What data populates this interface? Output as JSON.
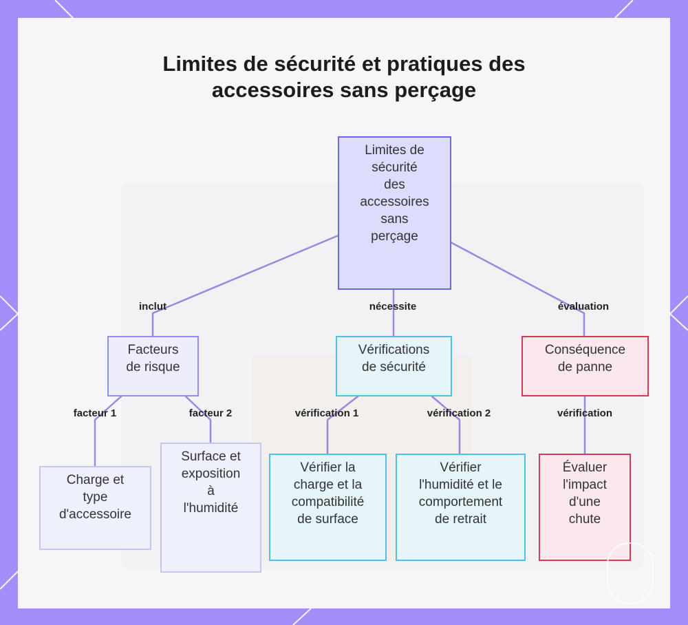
{
  "title": {
    "line1": "Limites de sécurité et pratiques des",
    "line2": "accessoires sans perçage"
  },
  "nodes": {
    "root": [
      "Limites de",
      "sécurité",
      "des",
      "accessoires",
      "sans",
      "perçage"
    ],
    "risk": [
      "Facteurs",
      "de risque"
    ],
    "checks": [
      "Vérifications",
      "de sécurité"
    ],
    "failure": [
      "Conséquence",
      "de panne"
    ],
    "load": [
      "Charge et",
      "type",
      "d'accessoire"
    ],
    "surface": [
      "Surface et",
      "exposition",
      "à",
      "l'humidité"
    ],
    "verify_load": [
      "Vérifier la",
      "charge et la",
      "compatibilité",
      "de surface"
    ],
    "verify_humidity": [
      "Vérifier",
      "l'humidité et le",
      "comportement",
      "de retrait"
    ],
    "evaluate": [
      "Évaluer",
      "l'impact",
      "d'une",
      "chute"
    ]
  },
  "edges": {
    "inclut": "inclut",
    "necessite": "nécessite",
    "evaluation": "évaluation",
    "facteur1": "facteur 1",
    "facteur2": "facteur 2",
    "verification1": "vérification 1",
    "verification2": "vérification 2",
    "verification": "vérification"
  },
  "colors": {
    "edge": "#9e86e0",
    "frame": "#a48df7",
    "root_fill": "#dcdcfd",
    "cyan_border": "#50bfe0",
    "red_border": "#d53a55"
  }
}
